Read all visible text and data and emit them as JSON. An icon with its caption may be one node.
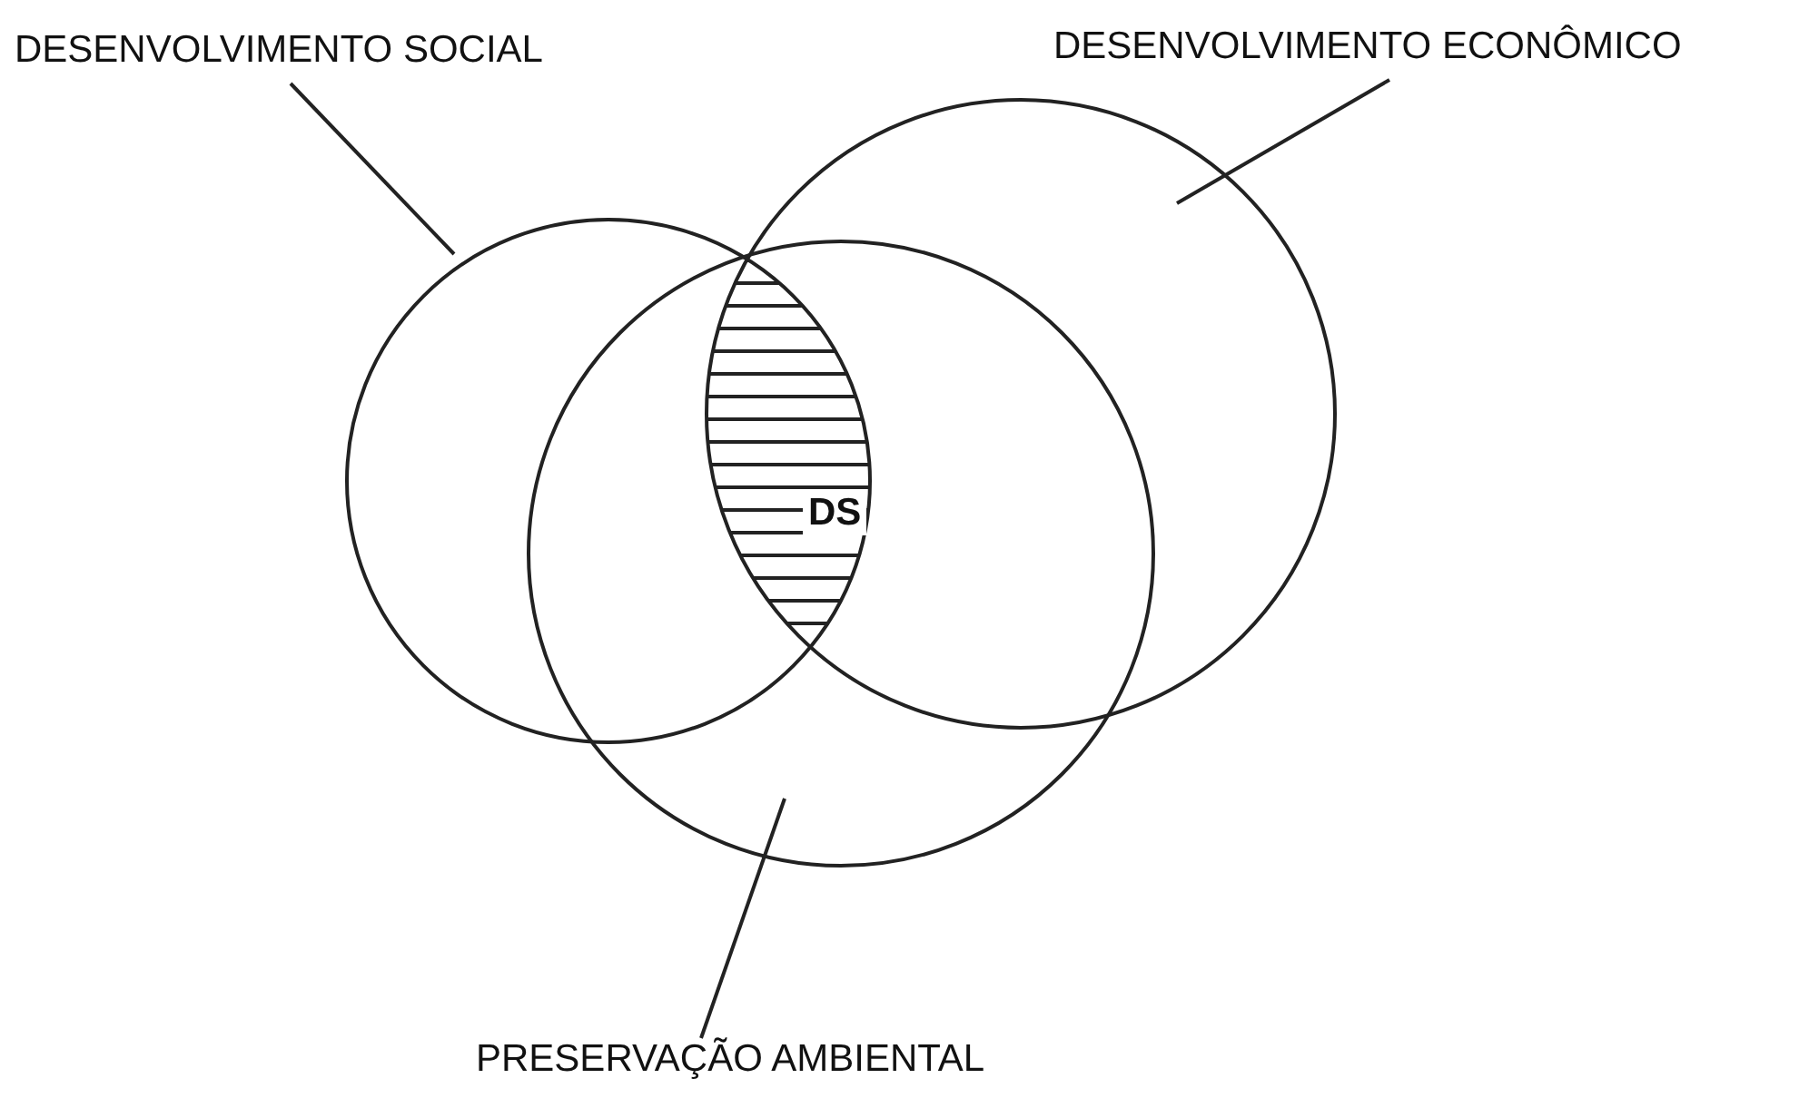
{
  "diagram": {
    "nodes": [
      {
        "text": [
          "DESENVOLVIMENTO SOCIAL"
        ]
      },
      {
        "text": [
          "DESENVOLVIMENTO ECONÔMICO"
        ]
      },
      {
        "text": [],
        "shape": "circle"
      },
      {
        "text": [],
        "shape": "circle"
      },
      {
        "text": [],
        "shape": "circle"
      },
      {
        "text": [
          "DS"
        ]
      },
      {
        "text": [
          "PRESERVAÇÃO AMBIENTAL"
        ]
      }
    ],
    "edges": [
      {
        "from": 0,
        "to": 2,
        "arrow": "none"
      },
      {
        "from": 1,
        "to": 3,
        "arrow": "none"
      },
      {
        "from": 6,
        "to": 4,
        "arrow": "none"
      }
    ]
  }
}
